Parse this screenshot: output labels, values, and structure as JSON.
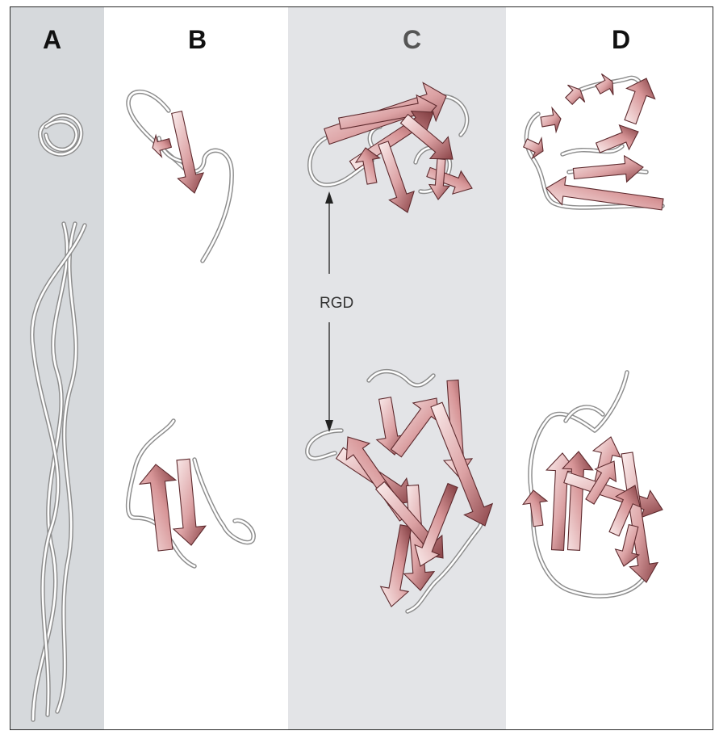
{
  "panels": [
    {
      "label": "A"
    },
    {
      "label": "B"
    },
    {
      "label": "C"
    },
    {
      "label": "D"
    }
  ],
  "annotation": {
    "text": "RGD"
  },
  "colors": {
    "strand_light": "#f6e3e3",
    "strand_mid": "#d89a9c",
    "strand_dark": "#7e3a3e",
    "coil_outline": "#8d8d8d",
    "band_grey": "#d6d9dc",
    "band_c": "#e3e4e7"
  }
}
